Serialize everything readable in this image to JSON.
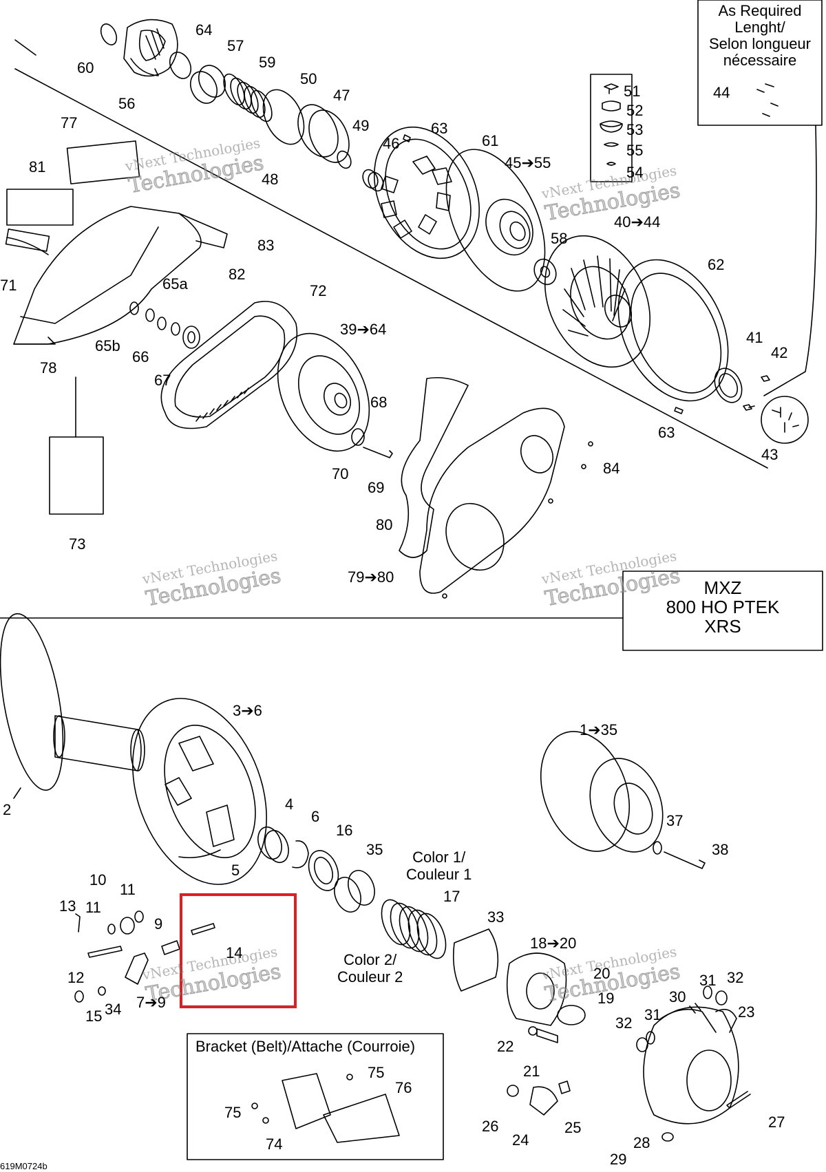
{
  "diagram": {
    "callouts": {
      "c60": "60",
      "c64": "64",
      "c57": "57",
      "c59": "59",
      "c56": "56",
      "c50": "50",
      "c47": "47",
      "c49": "49",
      "c48": "48",
      "c46": "46",
      "c63a": "63",
      "c61": "61",
      "c45_55": "45➔55",
      "c51": "51",
      "c52": "52",
      "c53": "53",
      "c55": "55",
      "c54": "54",
      "c44": "44",
      "c77": "77",
      "c81": "81",
      "c83": "83",
      "c82": "82",
      "c71": "71",
      "c65a": "65a",
      "c65b": "65b",
      "c66": "66",
      "c67": "67",
      "c78": "78",
      "c72": "72",
      "c39_64": "39➔64",
      "c58": "58",
      "c40_44": "40➔44",
      "c62": "62",
      "c41": "41",
      "c42": "42",
      "c63b": "63",
      "c43": "43",
      "c68": "68",
      "c70": "70",
      "c69": "69",
      "c84": "84",
      "c80": "80",
      "c73": "73",
      "c79_80": "79➔80",
      "c3_6": "3➔6",
      "c1_35": "1➔35",
      "c2": "2",
      "c4": "4",
      "c6": "6",
      "c16": "16",
      "c35": "35",
      "c5": "5",
      "c37": "37",
      "c38": "38",
      "c10": "10",
      "c11a": "11",
      "c11b": "11",
      "c13": "13",
      "c9": "9",
      "c14": "14",
      "c12": "12",
      "c15": "15",
      "c34": "34",
      "c7_9": "7➔9",
      "c17": "17",
      "c33": "33",
      "c18_20": "18➔20",
      "c20": "20",
      "c19": "19",
      "c30": "30",
      "c31a": "31",
      "c32a": "32",
      "c23": "23",
      "c32b": "32",
      "c31b": "31",
      "c22": "22",
      "c21": "21",
      "c26": "26",
      "c24": "24",
      "c25": "25",
      "c27": "27",
      "c28": "28",
      "c29": "29",
      "c75a": "75",
      "c76": "76",
      "c75b": "75",
      "c74": "74"
    },
    "color1": "Color 1/\nCouleur 1",
    "color2": "Color 2/\nCouleur 2",
    "as_required_box": "As Required\nLenght/\nSelon longueur\nnécessaire",
    "model_box": "MXZ\n800 HO PTEK\nXRS",
    "bracket_box_title": "Bracket (Belt)/Attache (Courroie)",
    "part_number": "619M0724b",
    "watermark_line1": "vNext Technologies",
    "watermark_line2": "Technologies",
    "watermark_top": "vNext",
    "highlight_color": "#e01e22"
  }
}
